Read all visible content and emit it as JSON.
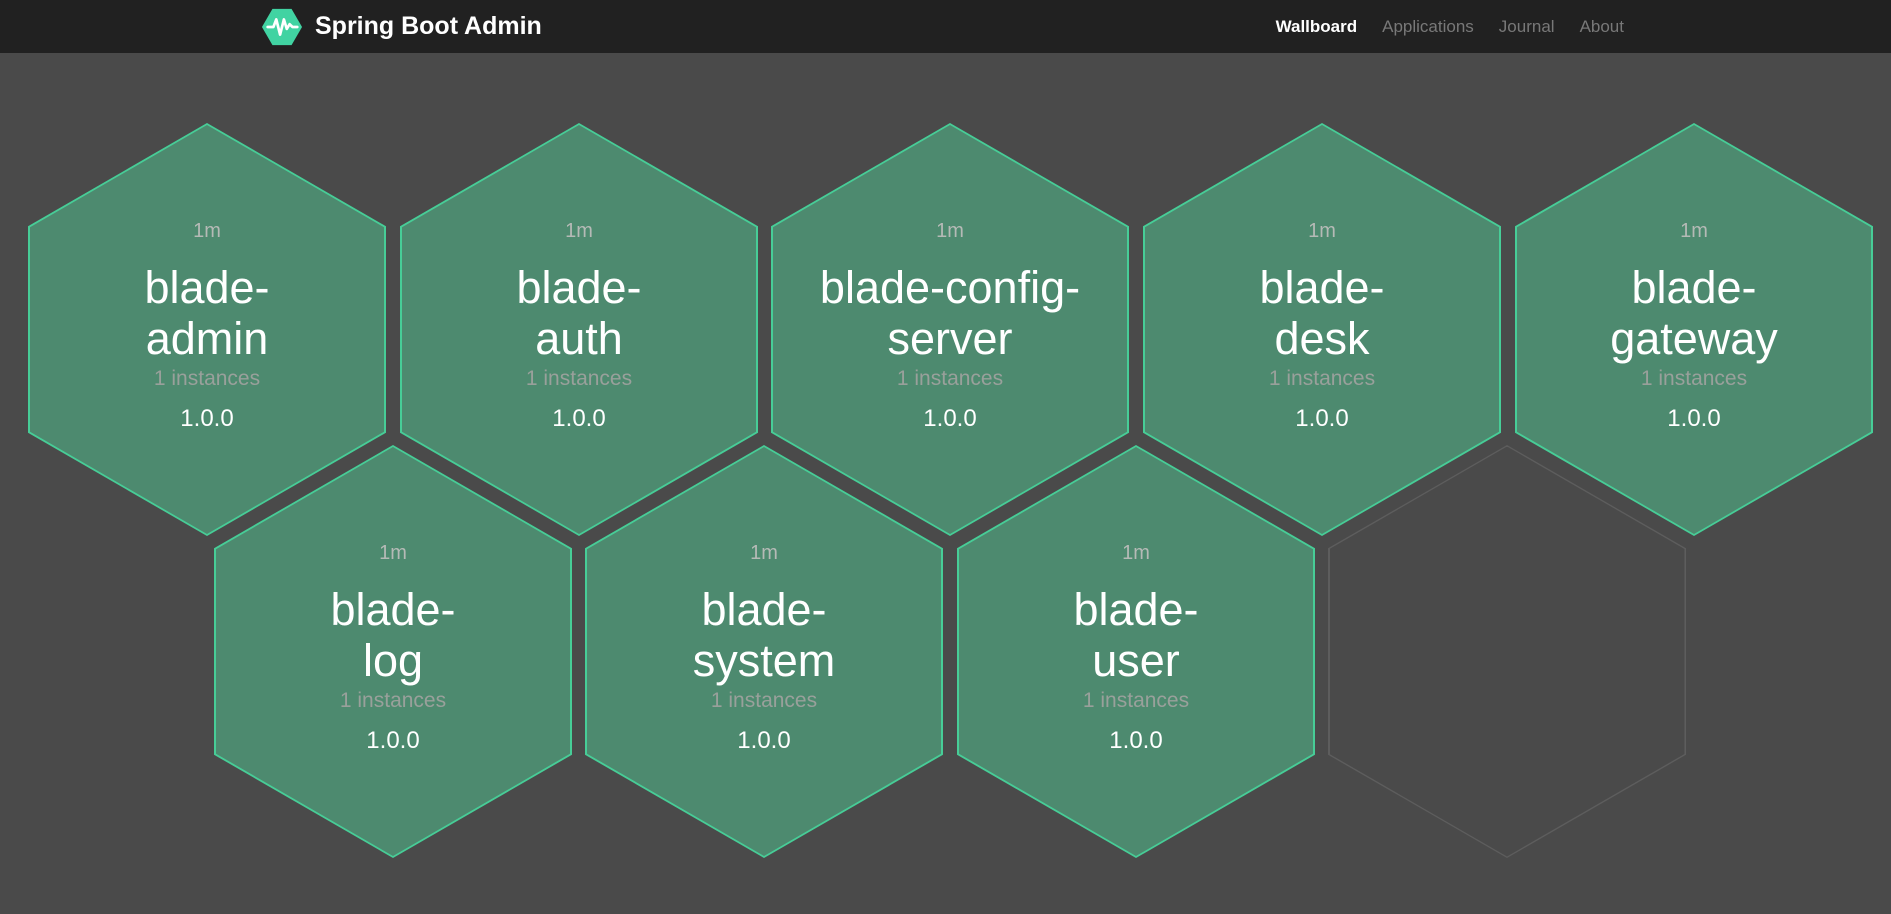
{
  "header": {
    "brand": "Spring Boot Admin",
    "logo_icon": "pulse-hexagon-icon",
    "nav": [
      {
        "label": "Wallboard",
        "active": true
      },
      {
        "label": "Applications",
        "active": false
      },
      {
        "label": "Journal",
        "active": false
      },
      {
        "label": "About",
        "active": false
      }
    ]
  },
  "wallboard": {
    "applications": [
      {
        "name": "blade-\nadmin",
        "uptime": "1m",
        "instances": "1 instances",
        "version": "1.0.0",
        "status": "up"
      },
      {
        "name": "blade-\nauth",
        "uptime": "1m",
        "instances": "1 instances",
        "version": "1.0.0",
        "status": "up"
      },
      {
        "name": "blade-config-\nserver",
        "uptime": "1m",
        "instances": "1 instances",
        "version": "1.0.0",
        "status": "up"
      },
      {
        "name": "blade-\ndesk",
        "uptime": "1m",
        "instances": "1 instances",
        "version": "1.0.0",
        "status": "up"
      },
      {
        "name": "blade-\ngateway",
        "uptime": "1m",
        "instances": "1 instances",
        "version": "1.0.0",
        "status": "up"
      },
      {
        "name": "blade-\nlog",
        "uptime": "1m",
        "instances": "1 instances",
        "version": "1.0.0",
        "status": "up"
      },
      {
        "name": "blade-\nsystem",
        "uptime": "1m",
        "instances": "1 instances",
        "version": "1.0.0",
        "status": "up"
      },
      {
        "name": "blade-\nuser",
        "uptime": "1m",
        "instances": "1 instances",
        "version": "1.0.0",
        "status": "up"
      }
    ],
    "placeholder_count": 1
  },
  "colors": {
    "page_bg": "#4a4a4a",
    "header_bg": "#212121",
    "hex_fill": "#4d8a6f",
    "hex_border": "#47cd97",
    "hex_placeholder_border": "#5d5d5d",
    "logo_green": "#41d3a2",
    "uptime_color": "#b5bab6",
    "instances_color": "#99a09b",
    "name_color": "#ffffff"
  }
}
